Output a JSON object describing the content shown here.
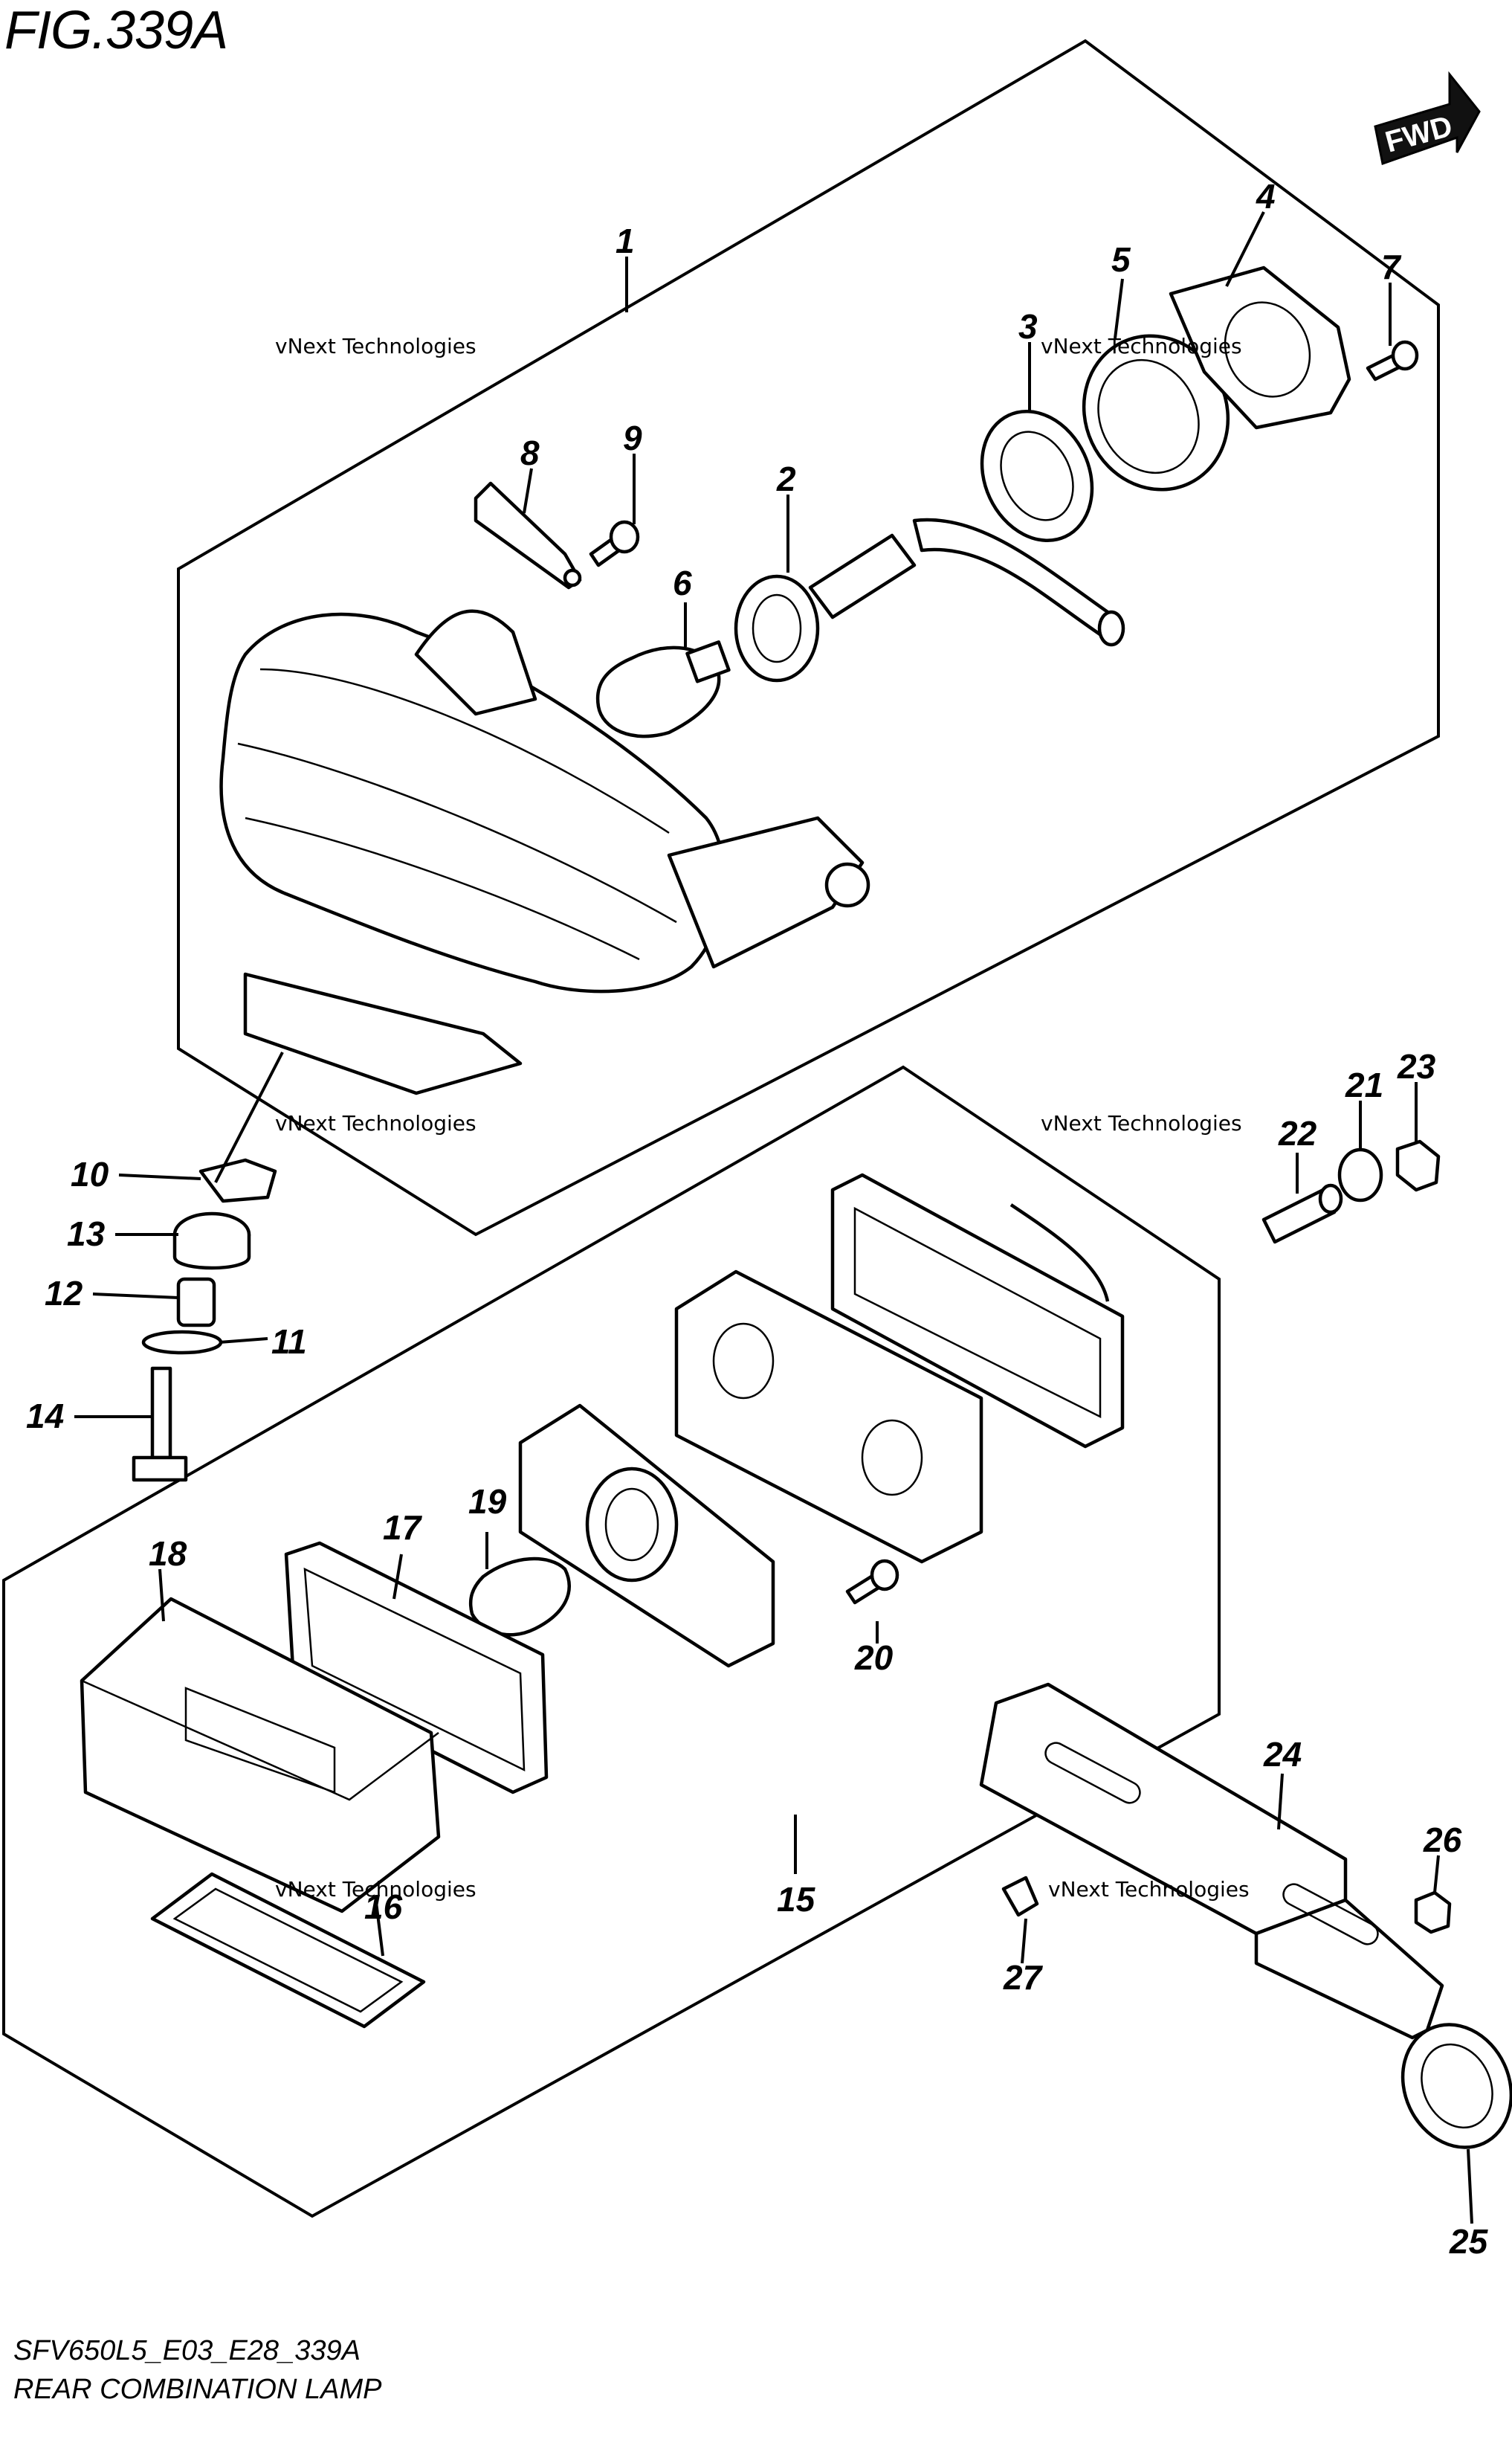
{
  "figure": {
    "title": "FIG.339A",
    "code": "SFV650L5_E03_E28_339A",
    "name": "REAR COMBINATION LAMP",
    "direction_badge": "FWD"
  },
  "watermark": {
    "text": "vNext Technologies"
  },
  "callouts": [
    {
      "id": "1",
      "label": "1"
    },
    {
      "id": "2",
      "label": "2"
    },
    {
      "id": "3",
      "label": "3"
    },
    {
      "id": "4",
      "label": "4"
    },
    {
      "id": "5",
      "label": "5"
    },
    {
      "id": "6",
      "label": "6"
    },
    {
      "id": "7",
      "label": "7"
    },
    {
      "id": "8",
      "label": "8"
    },
    {
      "id": "9",
      "label": "9"
    },
    {
      "id": "10",
      "label": "10"
    },
    {
      "id": "11",
      "label": "11"
    },
    {
      "id": "12",
      "label": "12"
    },
    {
      "id": "13",
      "label": "13"
    },
    {
      "id": "14",
      "label": "14"
    },
    {
      "id": "15",
      "label": "15"
    },
    {
      "id": "16",
      "label": "16"
    },
    {
      "id": "17",
      "label": "17"
    },
    {
      "id": "18",
      "label": "18"
    },
    {
      "id": "19",
      "label": "19"
    },
    {
      "id": "20",
      "label": "20"
    },
    {
      "id": "21",
      "label": "21"
    },
    {
      "id": "22",
      "label": "22"
    },
    {
      "id": "23",
      "label": "23"
    },
    {
      "id": "24",
      "label": "24"
    },
    {
      "id": "25",
      "label": "25"
    },
    {
      "id": "26",
      "label": "26"
    },
    {
      "id": "27",
      "label": "27"
    }
  ]
}
